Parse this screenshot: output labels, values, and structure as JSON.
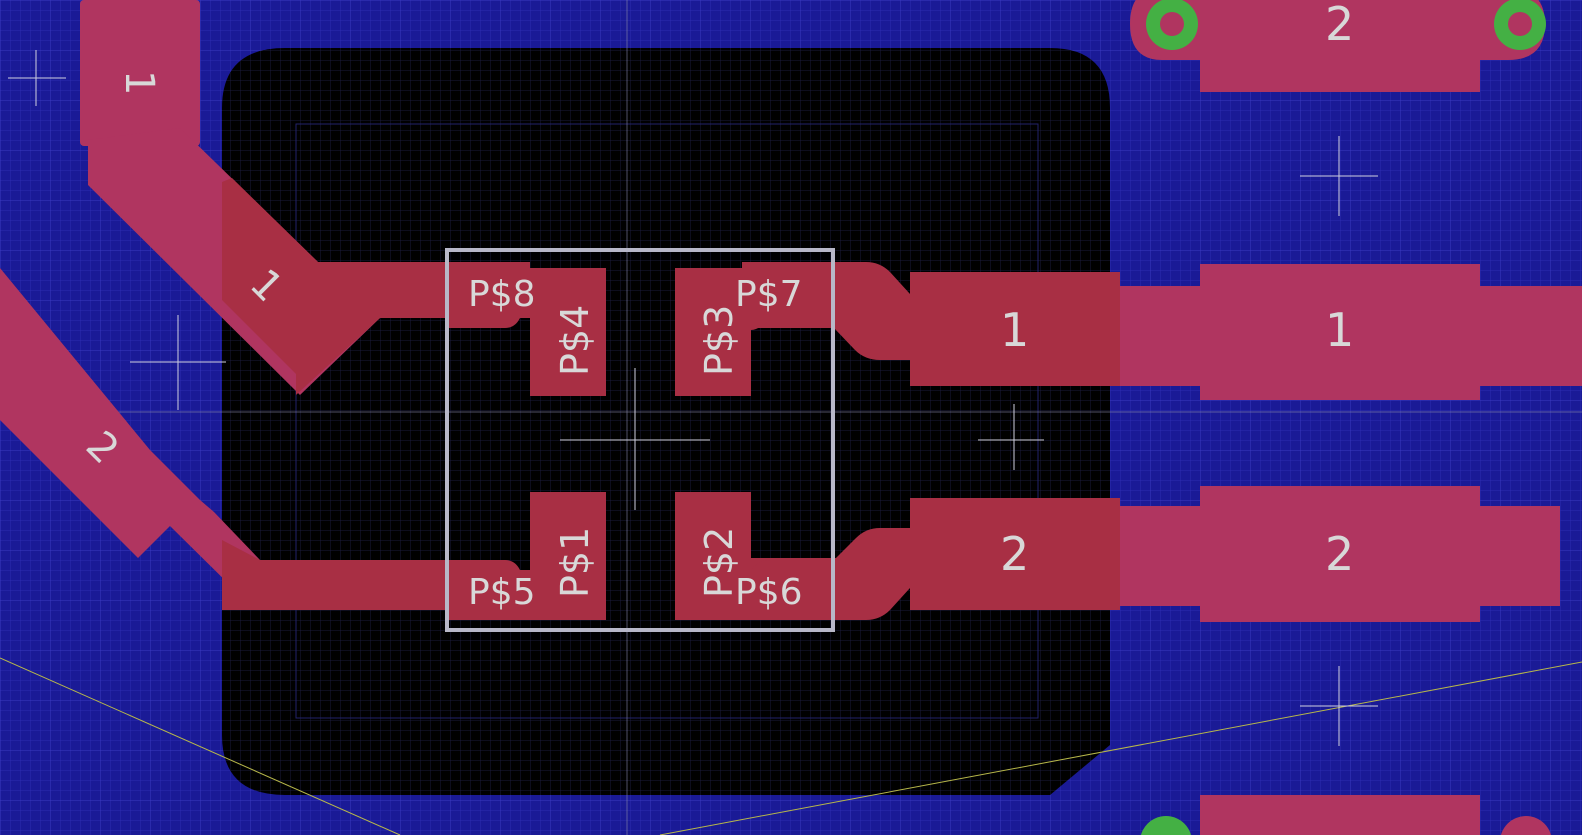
{
  "colors": {
    "background": "#1a1a96",
    "grid_fine": "#2c2cb0",
    "grid_coarse": "#4a4ad0",
    "copper": "#b03560",
    "copper_overlay": "#a02f3f",
    "keepout": "#000000",
    "outline": "#b8b8c8",
    "via_ring": "#44b044",
    "ratsnest": "#b8b84a",
    "label": "#d8d8d8"
  },
  "pads": {
    "p8": "P$8",
    "p7": "P$7",
    "p5": "P$5",
    "p6": "P$6",
    "p4": "P$4",
    "p3": "P$3",
    "p1": "P$1",
    "p2": "P$2"
  },
  "traces": {
    "top_left_rot": "1",
    "left_trace_1": "1",
    "left_trace_2": "2",
    "right_inner_1": "1",
    "right_inner_2": "2",
    "right_outer_1": "1",
    "right_outer_2": "2",
    "top_right": "2"
  },
  "vias": [
    "via",
    "via"
  ]
}
